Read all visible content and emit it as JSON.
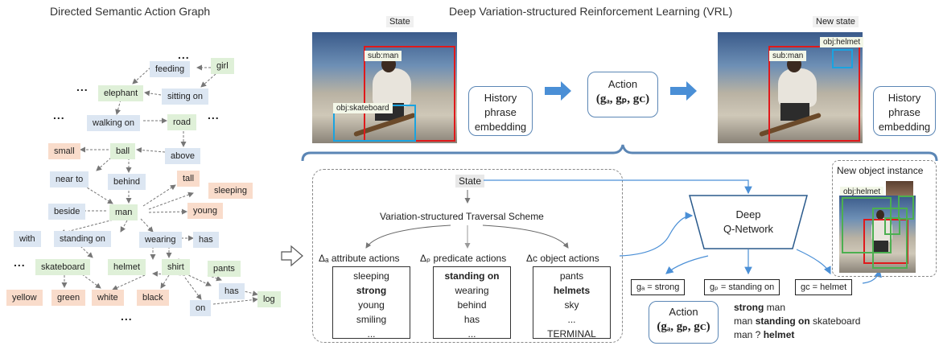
{
  "titles": {
    "graph": "Directed Semantic Action Graph",
    "vrl": "Deep Variation-structured Reinforcement Learning (VRL)",
    "state": "State",
    "new_state": "New state"
  },
  "graph_nodes": {
    "feeding": "feeding",
    "girl": "girl",
    "elephant": "elephant",
    "sitting_on": "sitting on",
    "walking_on": "walking on",
    "road": "road",
    "small": "small",
    "ball": "ball",
    "above": "above",
    "near_to": "near to",
    "behind": "behind",
    "tall": "tall",
    "sleeping": "sleeping",
    "beside": "beside",
    "man": "man",
    "young": "young",
    "with": "with",
    "standing_on": "standing on",
    "wearing": "wearing",
    "has": "has",
    "skateboard": "skateboard",
    "helmet": "helmet",
    "shirt": "shirt",
    "pants": "pants",
    "has2": "has",
    "yellow": "yellow",
    "green": "green",
    "white": "white",
    "black": "black",
    "on": "on",
    "log": "log"
  },
  "ellipsis": "...",
  "image_labels": {
    "sub_man": "sub:man",
    "obj_skateboard": "obj:skateboard",
    "obj_helmet": "obj:helmet"
  },
  "history": {
    "line1": "History",
    "line2": "phrase",
    "line3": "embedding"
  },
  "action_box": {
    "title": "Action",
    "formula": "(gₐ, gₚ, gᴄ)"
  },
  "lower": {
    "state": "State",
    "scheme": "Variation-structured Traversal Scheme",
    "delta_a": "Δₐ attribute actions",
    "delta_p": "Δₚ predicate actions",
    "delta_c": "Δᴄ object actions",
    "deep_q_line1": "Deep",
    "deep_q_line2": "Q-Network",
    "new_object_instance": "New object instance"
  },
  "attribute_actions": [
    "sleeping",
    "strong",
    "young",
    "smiling",
    "..."
  ],
  "predicate_actions": [
    "standing on",
    "wearing",
    "behind",
    "has",
    "..."
  ],
  "object_actions": [
    "pants",
    "helmets",
    "sky",
    "...",
    "TERMINAL"
  ],
  "bold_choices": {
    "attribute": "strong",
    "predicate": "standing on",
    "object": "helmets"
  },
  "g_values": {
    "ga": "gₐ = strong",
    "gp": "gₚ = standing on",
    "gc": "gᴄ = helmet"
  },
  "phrases": {
    "p1_bold": "strong",
    "p1_rest": " man",
    "p2_pre": "man ",
    "p2_bold": "standing on",
    "p2_post": " skateboard",
    "p3_pre": "man ? ",
    "p3_bold": "helmet"
  },
  "colors": {
    "arrow_blue": "#4a8fd6",
    "box_red": "#e0191b",
    "box_cyan": "#1aa3e0",
    "box_green": "#4caf50"
  }
}
